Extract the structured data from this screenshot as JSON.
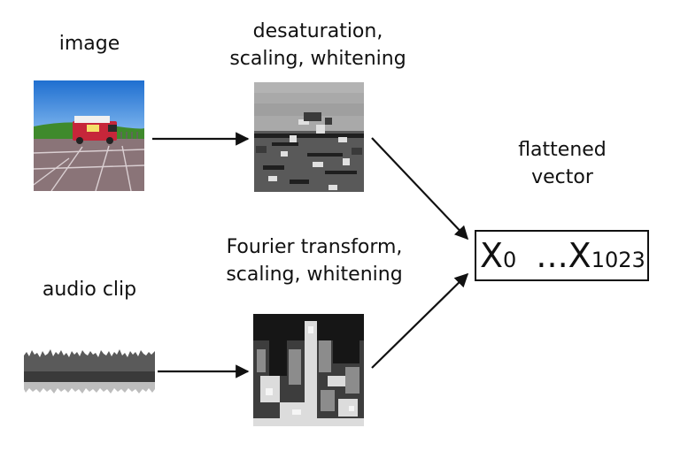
{
  "labels": {
    "image": "image",
    "desat_line1": "desaturation,",
    "desat_line2": "scaling, whitening",
    "flattened_line1": "flattened",
    "flattened_line2": "vector",
    "fourier_line1": "Fourier transform,",
    "fourier_line2": "scaling, whitening",
    "audio": "audio clip"
  },
  "vector": {
    "x": "X",
    "first_index": "0",
    "ellipsis": "...",
    "last_index": "1023"
  },
  "colors": {
    "sky": "#2f7fd8",
    "grass": "#3f8a2c",
    "pavement": "#8a7478",
    "van": "#c6263a"
  }
}
